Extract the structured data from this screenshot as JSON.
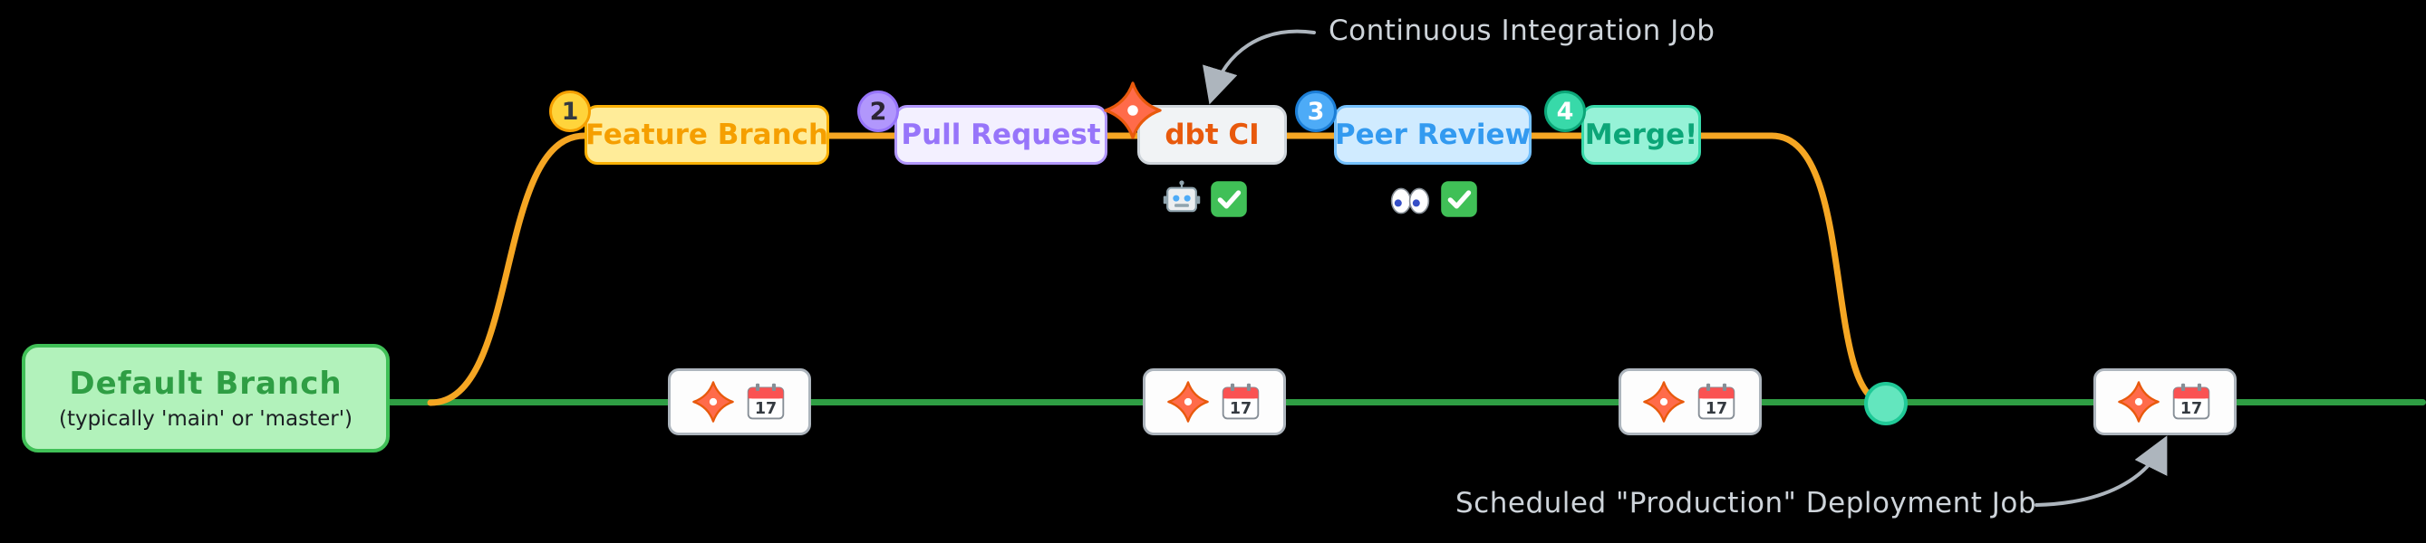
{
  "annotations": {
    "ci_job": "Continuous Integration Job",
    "deploy_job": "Scheduled \"Production\" Deployment Job"
  },
  "default_branch": {
    "title": "Default Branch",
    "subtitle": "(typically 'main' or 'master')"
  },
  "steps": [
    {
      "num": "1",
      "label": "Feature Branch"
    },
    {
      "num": "2",
      "label": "Pull Request"
    },
    {
      "icon": "dbt-logo-icon",
      "label": "dbt CI"
    },
    {
      "num": "3",
      "label": "Peer Review"
    },
    {
      "num": "4",
      "label": "Merge!"
    }
  ],
  "statuses": {
    "ci": [
      "robot-icon",
      "check-icon"
    ],
    "review": [
      "eyes-icon",
      "check-icon"
    ]
  },
  "scheduled_job": {
    "calendar_day": "17",
    "icons": [
      "dbt-logo-icon",
      "calendar-icon"
    ],
    "count": 4
  },
  "colors": {
    "default_branch_line": "#2f9e44",
    "feature_branch_line": "#f5a623",
    "merge_node": "#63e6be",
    "annotation_text": "#ced4da",
    "dbt_orange": "#ff6b4a"
  }
}
